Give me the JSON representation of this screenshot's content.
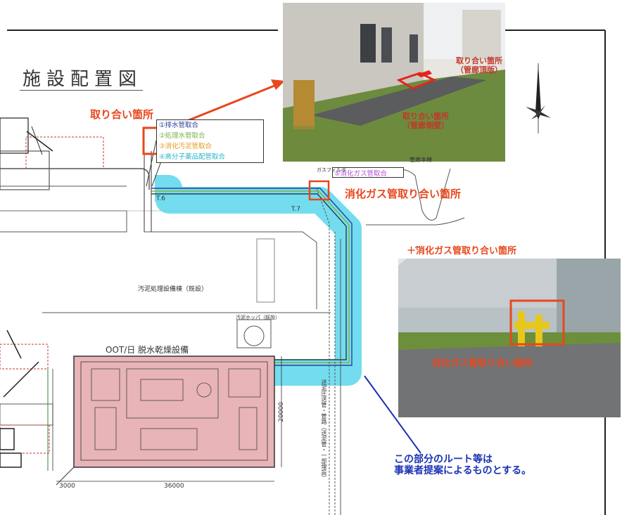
{
  "title": "施設配置図",
  "labels": {
    "connection_point": "取り合い箇所",
    "gas_connection": "消化ガス管取り合い箇所",
    "gas_connection_plus": "＋消化ガス管取り合い箇所",
    "gas_pipe_tag": "⑤消化ガス管取合",
    "photo1_top": [
      "取り合い箇所",
      "（管廊頂版）"
    ],
    "photo1_side": [
      "取り合い箇所",
      "（管廊側壁）"
    ],
    "photo2_caption": "消化ガス管取り合い箇所"
  },
  "legend": [
    {
      "text": "①排水管取合",
      "color": "#2c3e9c"
    },
    {
      "text": "②処理水管取合",
      "color": "#7db34a"
    },
    {
      "text": "③消化汚泥管取合",
      "color": "#e59a1b"
    },
    {
      "text": "④高分子薬品配管取合",
      "color": "#27b5c9"
    }
  ],
  "building": {
    "name": "OOT/日 脱水乾燥設備",
    "dim_width": "36000",
    "dim_height": "20000",
    "dim_left": "3000"
  },
  "map_text": {
    "t6": "T.6",
    "t7": "T.7",
    "facility": "汚泥処理設備棟（既設）",
    "tank": "汚泥ホッパ（既設）",
    "gas_filter": "ガスフィルタ",
    "pipe_top": "管廊本棟",
    "vertical_route": "送泥圧送管・管路（送泥管・一部埋設）"
  },
  "note": [
    "この部分のルート等は",
    "事業者提案によるものとする。"
  ],
  "colors": {
    "route": "#5ad7ec",
    "building_fill": "#e8b4b8",
    "red": "#e8471c",
    "blue": "#1a33b3"
  }
}
